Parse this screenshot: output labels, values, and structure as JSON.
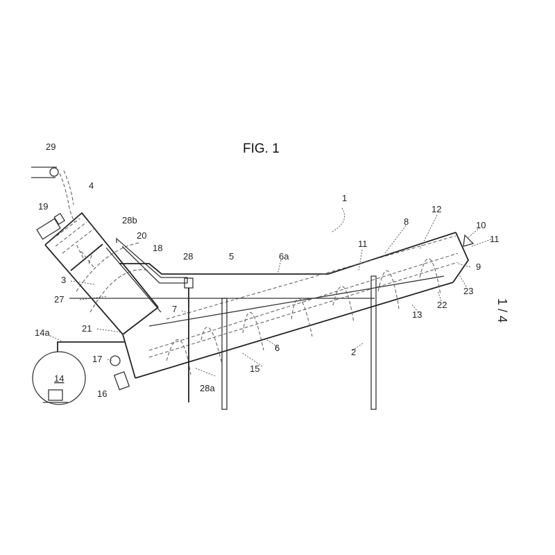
{
  "figure_title": "FIG. 1",
  "sheet_number": "1 / 4",
  "reference_numerals": {
    "n1": "1",
    "n2": "2",
    "n3": "3",
    "n4": "4",
    "n5": "5",
    "n6": "6",
    "n6a": "6a",
    "n7": "7",
    "n8": "8",
    "n9": "9",
    "n10": "10",
    "n11a": "11",
    "n11b": "11",
    "n12": "12",
    "n13": "13",
    "n14": "14",
    "n14a": "14a",
    "n15": "15",
    "n16": "16",
    "n17": "17",
    "n18": "18",
    "n19": "19",
    "n20": "20",
    "n21": "21",
    "n22": "22",
    "n23": "23",
    "n27": "27",
    "n28": "28",
    "n28a": "28a",
    "n28b": "28b",
    "n29": "29"
  }
}
